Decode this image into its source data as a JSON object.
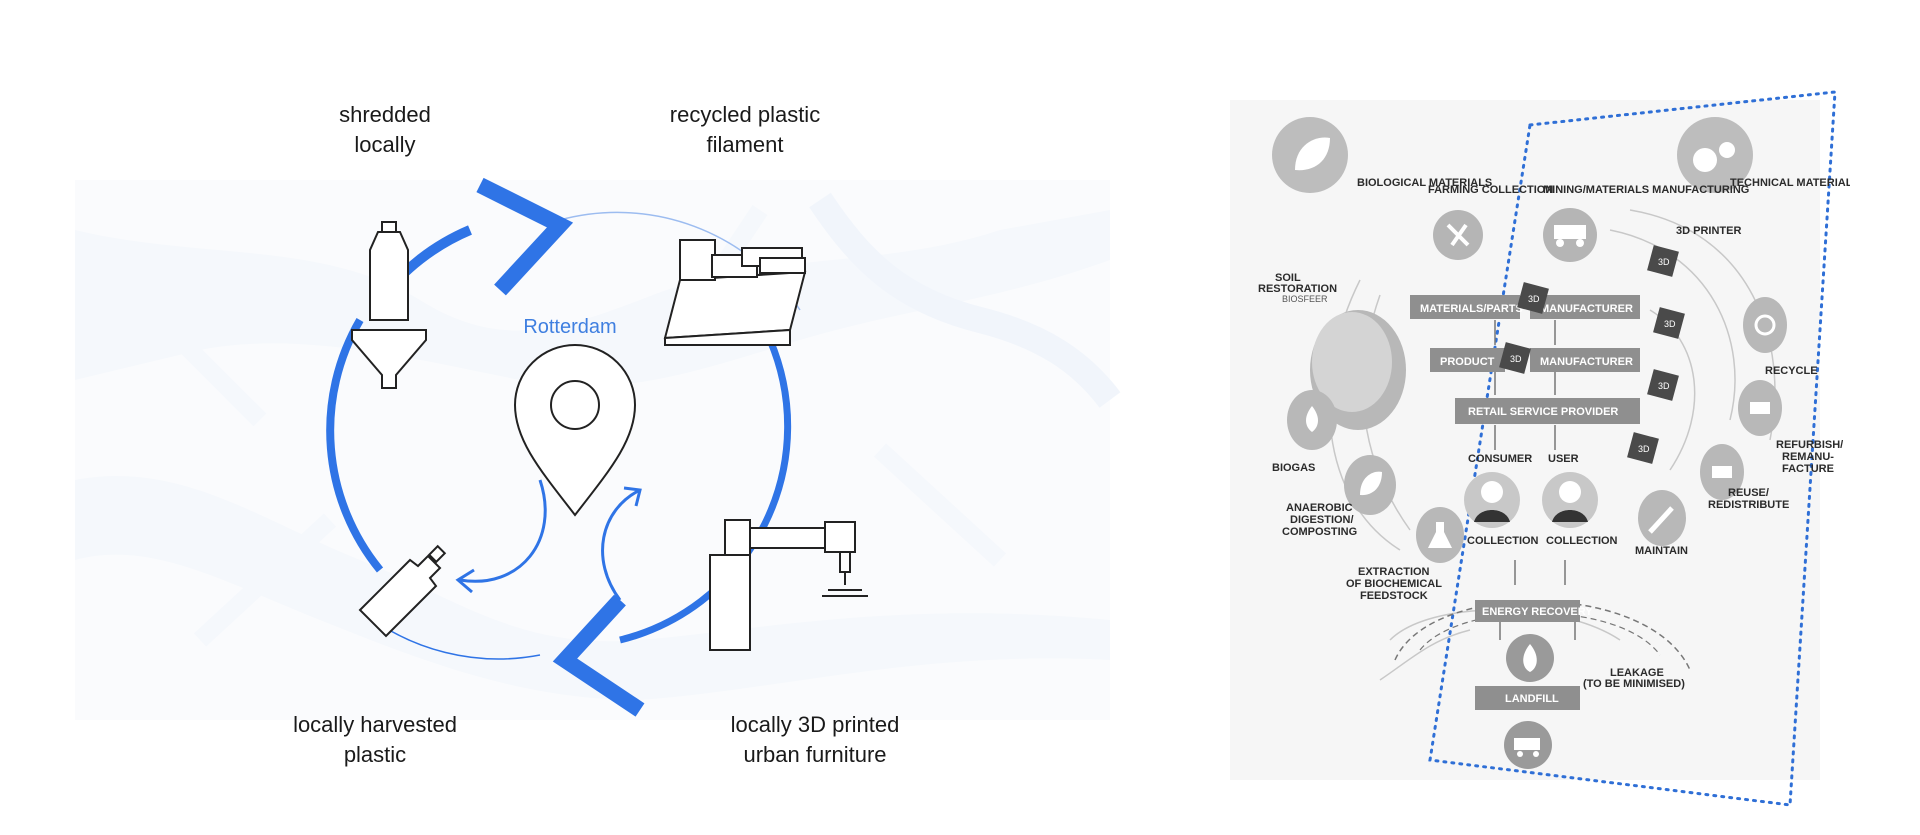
{
  "left_diagram": {
    "city": "Rotterdam",
    "steps": [
      {
        "line1": "shredded",
        "line2": "locally"
      },
      {
        "line1": "recycled plastic",
        "line2": "filament"
      },
      {
        "line1": "locally 3D printed",
        "line2": "urban furniture"
      },
      {
        "line1": "locally harvested",
        "line2": "plastic"
      }
    ],
    "accent_color": "#2f74e6"
  },
  "right_diagram": {
    "corner_labels": {
      "biological": "BIOLOGICAL MATERIALS",
      "technical": "TECHNICAL MATERIALS",
      "farming": "FARMING COLLECTION",
      "mining": "MINING/MATERIALS MANUFACTURING",
      "printer": "3D PRINTER"
    },
    "boxes": {
      "materials_parts": "MATERIALS/PARTS",
      "manufacturer1": "MANUFACTURER",
      "product": "PRODUCT",
      "manufacturer2": "MANUFACTURER",
      "retail": "RETAIL SERVICE PROVIDER",
      "energy": "ENERGY RECOVERY",
      "landfill": "LANDFILL"
    },
    "people": {
      "consumer": "CONSUMER",
      "user": "USER",
      "collection1": "COLLECTION",
      "collection2": "COLLECTION"
    },
    "bio_labels": {
      "soil_1": "SOIL",
      "soil_2": "RESTORATION",
      "soil_3": "BIOSFEER",
      "biogas": "BIOGAS",
      "anaerobic_1": "ANAEROBIC",
      "anaerobic_2": "DIGESTION/",
      "anaerobic_3": "COMPOSTING",
      "extraction_1": "EXTRACTION",
      "extraction_2": "OF BIOCHEMICAL",
      "extraction_3": "FEEDSTOCK"
    },
    "tech_labels": {
      "recycle": "RECYCLE",
      "refurbish_1": "REFURBISH/",
      "refurbish_2": "REMANU-",
      "refurbish_3": "FACTURE",
      "reuse_1": "REUSE/",
      "reuse_2": "REDISTRIBUTE",
      "maintain": "MAINTAIN"
    },
    "leakage_1": "LEAKAGE",
    "leakage_2": "(TO BE MINIMISED)",
    "cube_label": "3D",
    "border_color": "#2f6fd6"
  }
}
